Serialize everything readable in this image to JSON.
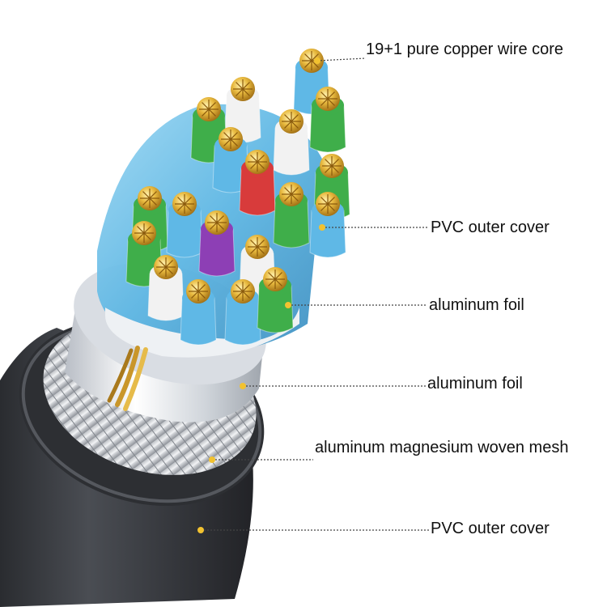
{
  "colors": {
    "background": "#ffffff",
    "jacket": "#3b3d42",
    "braid": "#c9ccd1",
    "foil": "#dfe3e8",
    "copper": "#e0b53c",
    "core_blue": "#5fb8e6",
    "core_green": "#3fae4a",
    "core_red": "#d83b3b",
    "core_purple": "#8d3fb5",
    "core_white": "#f2f2f2",
    "leader_dot": "#f2c230",
    "leader_line": "#444444"
  },
  "callouts": [
    {
      "id": "copper-core",
      "text": "19+1 pure copper wire core"
    },
    {
      "id": "inner-pvc",
      "text": "PVC outer cover"
    },
    {
      "id": "inner-foil",
      "text": "aluminum foil"
    },
    {
      "id": "outer-foil",
      "text": "aluminum foil"
    },
    {
      "id": "woven-mesh",
      "text": "aluminum magnesium woven mesh"
    },
    {
      "id": "outer-pvc",
      "text": "PVC outer cover"
    }
  ]
}
